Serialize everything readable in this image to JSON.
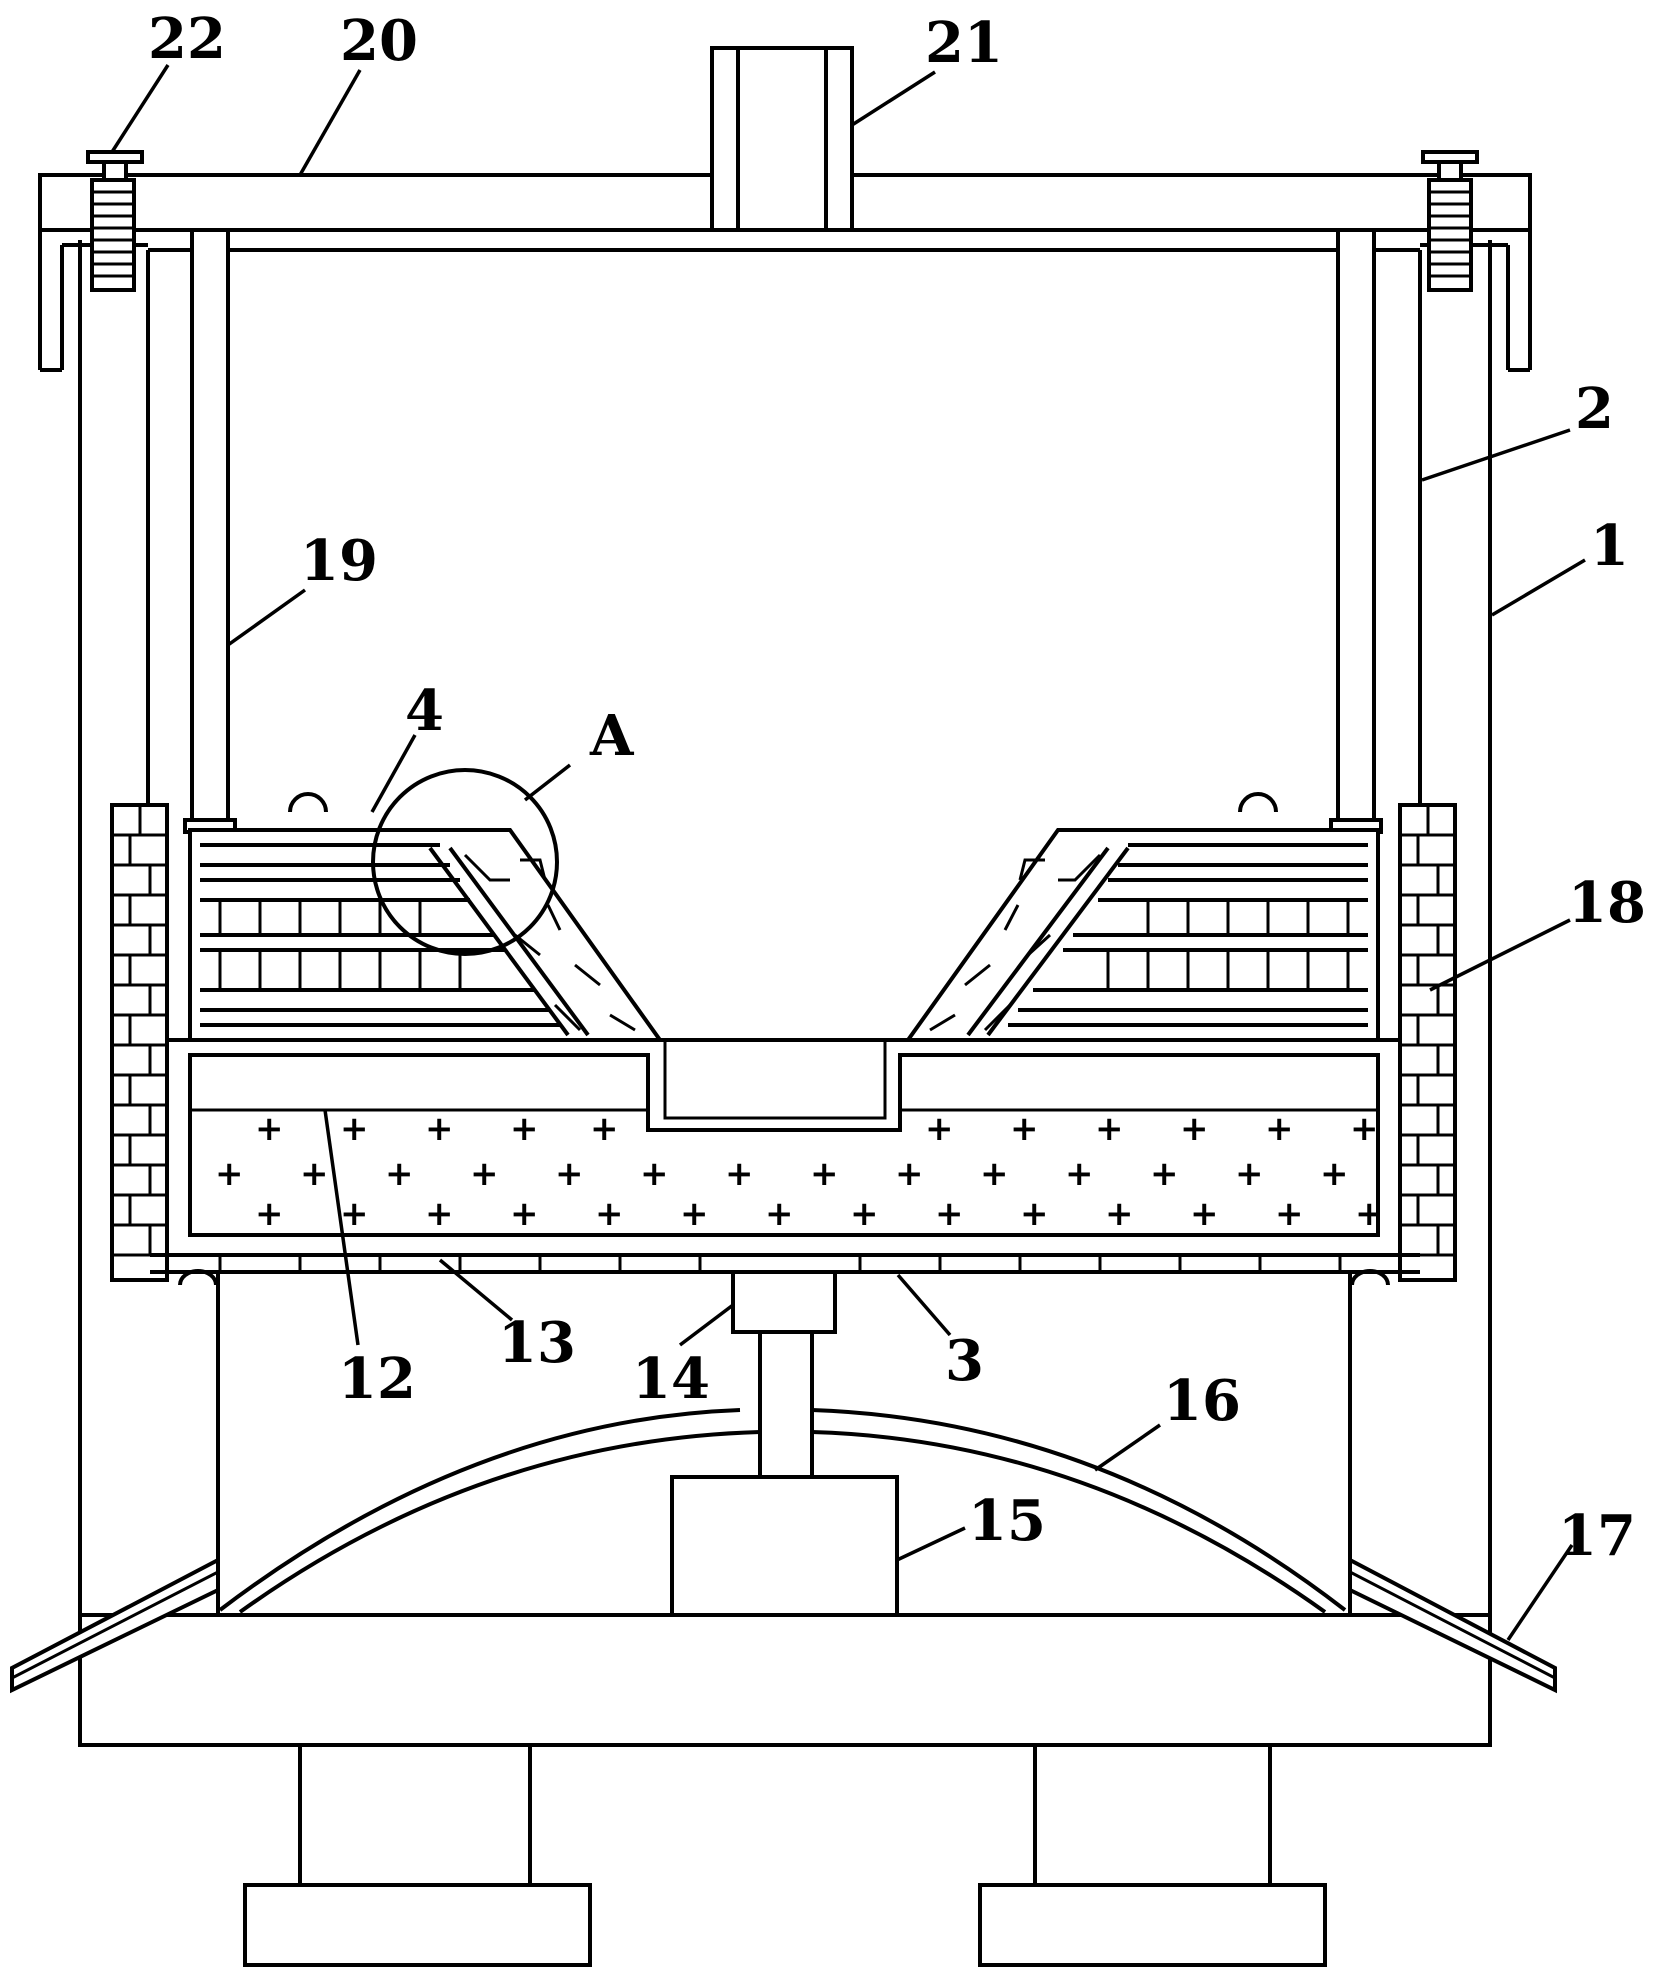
{
  "figure": {
    "labels": {
      "n1": "1",
      "n2": "2",
      "n3": "3",
      "n4": "4",
      "n12": "12",
      "n13": "13",
      "n14": "14",
      "n15": "15",
      "n16": "16",
      "n17": "17",
      "n18": "18",
      "n19": "19",
      "n20": "20",
      "n21": "21",
      "n22": "22",
      "detail_a": "A"
    }
  }
}
